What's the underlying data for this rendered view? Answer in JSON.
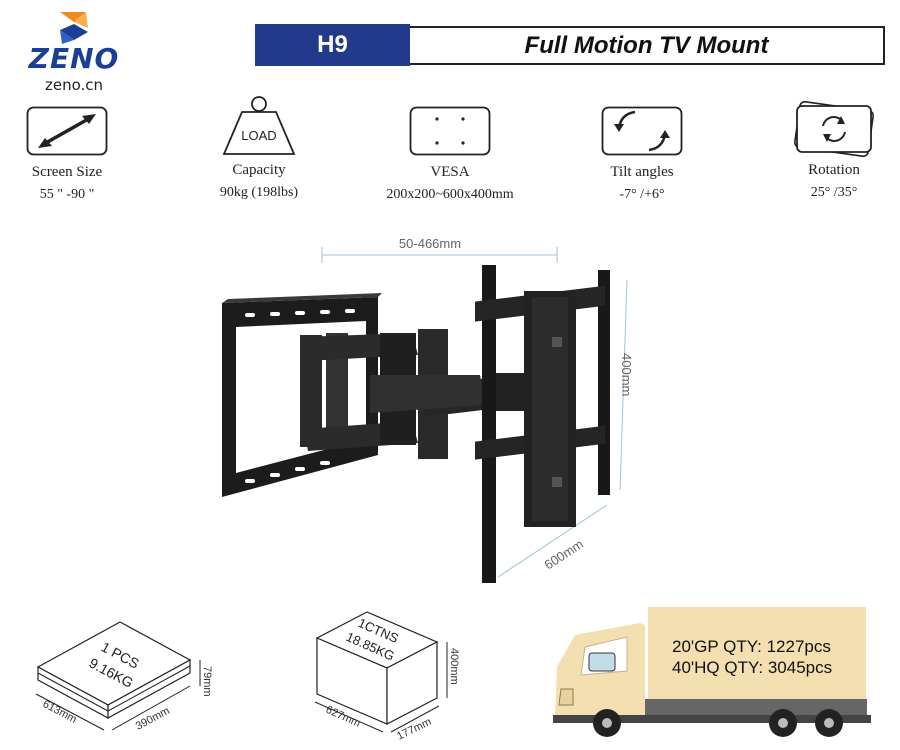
{
  "brand": {
    "name": "ZENO",
    "url": "zeno.cn"
  },
  "header": {
    "model": "H9",
    "title": "Full Motion TV Mount"
  },
  "features": [
    {
      "label": "Screen Size",
      "value": "55 \" -90 \""
    },
    {
      "label": "Capacity",
      "value": "90kg (198lbs)",
      "icon_text": "LOAD"
    },
    {
      "label": "VESA",
      "value": "200x200~600x400mm"
    },
    {
      "label": "Tilt angles",
      "value": "-7° /+6°"
    },
    {
      "label": "Rotation",
      "value": "25° /35°"
    }
  ],
  "product": {
    "extension": "50-466mm",
    "height": "400mm",
    "width": "600mm"
  },
  "package_single": {
    "line1": "1 PCS",
    "line2": "9.16KG",
    "length": "613mm",
    "width": "390mm",
    "height": "79mm"
  },
  "package_carton": {
    "line1": "1CTNS",
    "line2": "18.85KG",
    "length": "627mm",
    "width": "177mm",
    "height": "400mm"
  },
  "shipping": {
    "gp": "20'GP QTY: 1227pcs",
    "hq": "40'HQ QTY: 3045pcs"
  },
  "colors": {
    "brand_blue": "#233a8c",
    "logo_orange": "#f08a1c",
    "truck_beige": "#f3dfb0"
  }
}
